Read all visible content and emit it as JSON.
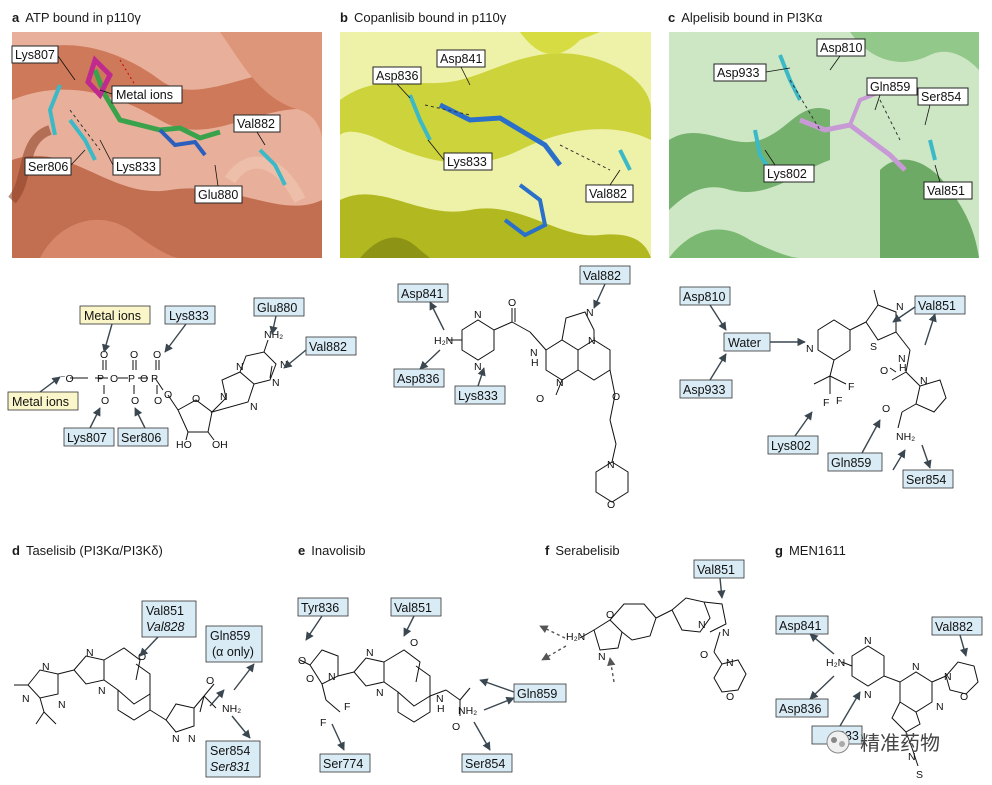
{
  "panels": {
    "a": {
      "letter": "a",
      "title": "ATP bound in p110γ"
    },
    "b": {
      "letter": "b",
      "title": "Copanlisib bound in p110γ"
    },
    "c": {
      "letter": "c",
      "title": "Alpelisib bound in PI3Kα"
    },
    "d": {
      "letter": "d",
      "title": "Taselisib (PI3Kα/PI3Kδ)"
    },
    "e": {
      "letter": "e",
      "title": "Inavolisib"
    },
    "f": {
      "letter": "f",
      "title": "Serabelisib"
    },
    "g": {
      "letter": "g",
      "title": "MEN1611"
    }
  },
  "structure_labels": {
    "a": [
      "Lys807",
      "Metal ions",
      "Ser806",
      "Lys833",
      "Val882",
      "Glu880"
    ],
    "b": [
      "Asp841",
      "Asp836",
      "Lys833",
      "Val882"
    ],
    "c": [
      "Asp810",
      "Asp933",
      "Gln859",
      "Ser854",
      "Lys802",
      "Val851"
    ]
  },
  "residue_labels": {
    "a": [
      "Metal ions",
      "Lys833",
      "Glu880",
      "Val882",
      "Metal ions",
      "Lys807",
      "Ser806"
    ],
    "b": [
      "Val882",
      "Asp841",
      "Asp836",
      "Lys833"
    ],
    "c": [
      "Asp810",
      "Water",
      "Asp933",
      "Val851",
      "Lys802",
      "Gln859",
      "Ser854"
    ],
    "d": [
      "Val851",
      "Val828",
      "Gln859",
      "(α only)",
      "Ser854",
      "Ser831"
    ],
    "e": [
      "Tyr836",
      "Val851",
      "Gln859",
      "Ser774",
      "Ser854"
    ],
    "f": [
      "Val851"
    ],
    "g": [
      "Asp841",
      "Val882",
      "Asp836",
      "833"
    ]
  },
  "watermark": "精准药物",
  "colors": {
    "box_blue": "#d9ecf6",
    "box_yellow": "#fbf6c9",
    "box_white": "#ffffff",
    "panel_a": "#d98b6c",
    "panel_b": "#cfd34a",
    "panel_c": "#79b774"
  }
}
